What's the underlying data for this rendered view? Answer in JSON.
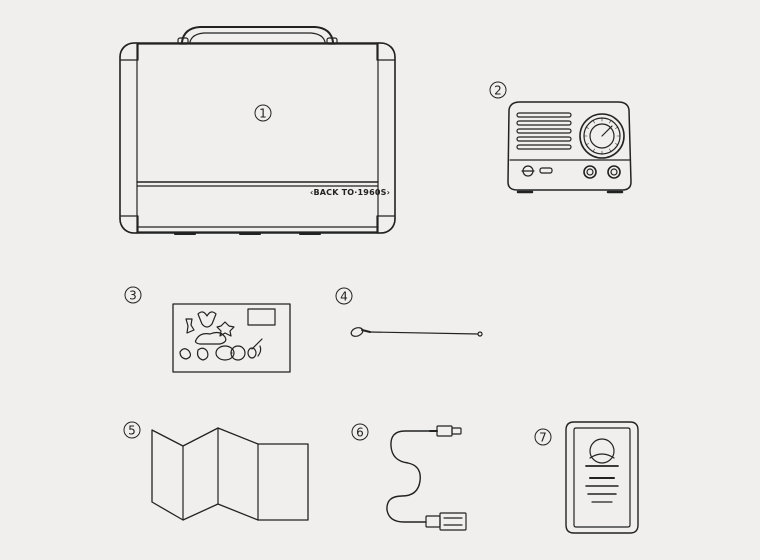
{
  "colors": {
    "background": "#f0efee",
    "stroke": "#222222"
  },
  "items": [
    {
      "number": "1",
      "icon": "carrying-case-icon"
    },
    {
      "number": "2",
      "icon": "retro-radio-icon"
    },
    {
      "number": "3",
      "icon": "sticker-sheet-icon"
    },
    {
      "number": "4",
      "icon": "antenna-icon"
    },
    {
      "number": "5",
      "icon": "folded-manual-icon"
    },
    {
      "number": "6",
      "icon": "usb-cable-icon"
    },
    {
      "number": "7",
      "icon": "card-icon"
    }
  ],
  "case_label": "‹BACK TO·1960S›"
}
